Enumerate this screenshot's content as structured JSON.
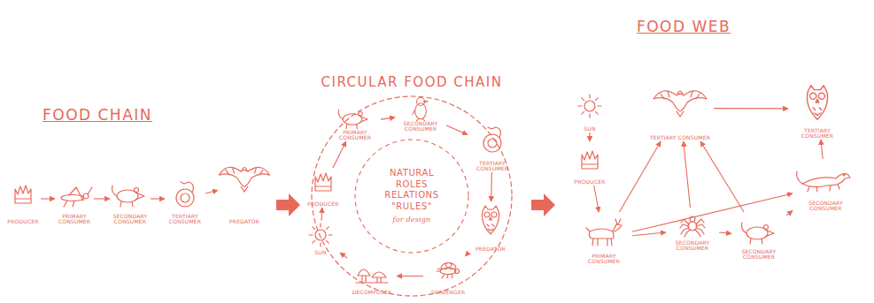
{
  "diagram": {
    "nodes": [
      {
        "text": [
          "PRODUCER"
        ]
      },
      {
        "text": [
          "PRIMARY CONSUMER"
        ]
      },
      {
        "text": [
          "SECONDARY CONSUMER"
        ]
      },
      {
        "text": [
          "TERTIARY CONSUMER"
        ]
      },
      {
        "text": [
          "PREDATOR"
        ]
      },
      {
        "text": [
          "NATURAL ROLES RELATIONS \"RULES\"",
          "for design"
        ]
      },
      {
        "text": [
          "PRODUCER"
        ]
      },
      {
        "text": [
          "PRIMARY CONSUMER"
        ]
      },
      {
        "text": [
          "SECONDARY CONSUMER"
        ]
      },
      {
        "text": [
          "TERTIARY CONSUMER"
        ]
      },
      {
        "text": [
          "PREDATOR"
        ]
      },
      {
        "text": [
          "SCAVENGER"
        ]
      },
      {
        "text": [
          "DECOMPOSER"
        ]
      },
      {
        "text": [
          "SUN"
        ]
      },
      {
        "text": [
          "SUN"
        ]
      },
      {
        "text": [
          "PRODUCER"
        ]
      },
      {
        "text": [
          "PRIMARY CONSUMER"
        ]
      },
      {
        "text": [
          "TERTIARY CONSUMER"
        ]
      },
      {
        "text": [
          "SECONDARY CONSUMER"
        ]
      },
      {
        "text": [
          "SECONDARY CONSUMER"
        ]
      },
      {
        "text": [
          "TERTIARY CONSUMER"
        ]
      },
      {
        "text": [
          "SECONDARY CONSUMER"
        ]
      }
    ],
    "edges": [
      {
        "from": 0,
        "to": 1,
        "arrow": "to"
      },
      {
        "from": 1,
        "to": 2,
        "arrow": "to"
      },
      {
        "from": 2,
        "to": 3,
        "arrow": "to"
      },
      {
        "from": 3,
        "to": 4,
        "arrow": "to"
      },
      {
        "from": 13,
        "to": 6,
        "arrow": "to"
      },
      {
        "from": 6,
        "to": 7,
        "arrow": "to"
      },
      {
        "from": 7,
        "to": 8,
        "arrow": "to"
      },
      {
        "from": 8,
        "to": 9,
        "arrow": "to"
      },
      {
        "from": 9,
        "to": 10,
        "arrow": "to"
      },
      {
        "from": 10,
        "to": 11,
        "arrow": "to"
      },
      {
        "from": 11,
        "to": 12,
        "arrow": "to"
      },
      {
        "from": 12,
        "to": 13,
        "arrow": "to"
      },
      {
        "from": 14,
        "to": 15,
        "arrow": "to"
      },
      {
        "from": 15,
        "to": 16,
        "arrow": "to"
      },
      {
        "from": 16,
        "to": 17,
        "arrow": "to"
      },
      {
        "from": 16,
        "to": 18,
        "arrow": "to"
      },
      {
        "from": 16,
        "to": 21,
        "arrow": "to"
      },
      {
        "from": 18,
        "to": 17,
        "arrow": "to"
      },
      {
        "from": 18,
        "to": 19,
        "arrow": "to"
      },
      {
        "from": 19,
        "to": 17,
        "arrow": "to"
      },
      {
        "from": 19,
        "to": 21,
        "arrow": "to"
      },
      {
        "from": 21,
        "to": 20,
        "arrow": "to"
      },
      {
        "from": 17,
        "to": 20,
        "arrow": "to"
      }
    ],
    "labels": [
      "FOOD CHAIN",
      "CIRCULAR FOOD CHAIN",
      "FOOD WEB"
    ]
  }
}
